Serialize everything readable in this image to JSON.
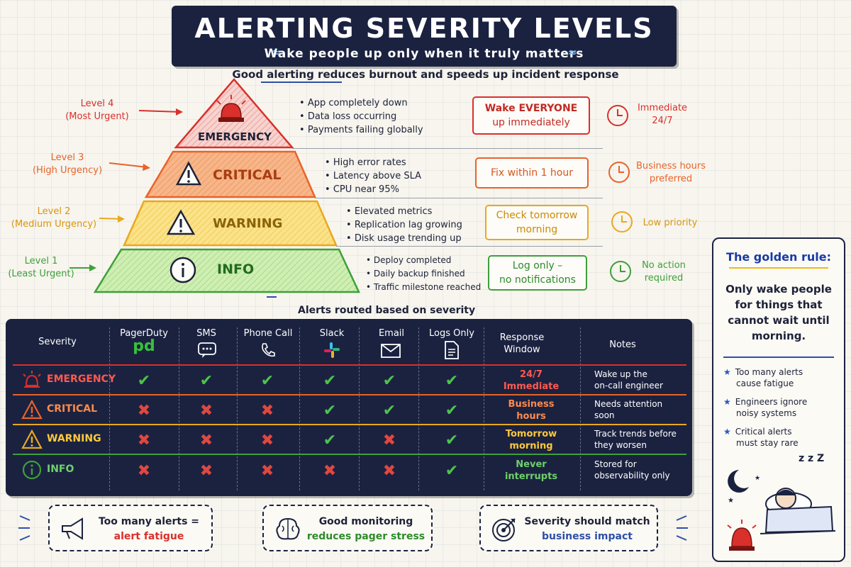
{
  "header": {
    "title": "ALERTING SEVERITY LEVELS",
    "subtitle": "Wake people up only when it truly matters",
    "tagline": "Good alerting reduces burnout and speeds up incident response"
  },
  "colors": {
    "emergency": "#d9302b",
    "critical": "#e8632a",
    "warning": "#e9a81f",
    "info": "#3f9f3a",
    "navy": "#1b2240"
  },
  "levels": [
    {
      "level": "Level 4",
      "urgency": "(Most Urgent)",
      "name": "EMERGENCY",
      "icon": "siren-icon",
      "bullets": [
        "App completely down",
        "Data loss occurring",
        "Payments failing globally"
      ],
      "action": [
        "Wake EVERYONE",
        "up immediately"
      ],
      "timing": [
        "Immediate",
        "24/7"
      ]
    },
    {
      "level": "Level 3",
      "urgency": "(High Urgency)",
      "name": "CRITICAL",
      "icon": "warning-triangle-icon",
      "bullets": [
        "High error rates",
        "Latency above SLA",
        "CPU near 95%"
      ],
      "action": [
        "Fix within 1 hour"
      ],
      "timing": [
        "Business hours",
        "preferred"
      ]
    },
    {
      "level": "Level 2",
      "urgency": "(Medium Urgency)",
      "name": "WARNING",
      "icon": "warning-triangle-icon",
      "bullets": [
        "Elevated metrics",
        "Replication lag growing",
        "Disk usage trending up"
      ],
      "action": [
        "Check tomorrow",
        "morning"
      ],
      "timing": [
        "Low priority"
      ]
    },
    {
      "level": "Level 1",
      "urgency": "(Least Urgent)",
      "name": "INFO",
      "icon": "info-circle-icon",
      "bullets": [
        "Deploy completed",
        "Daily backup finished",
        "Traffic milestone reached"
      ],
      "action": [
        "Log only –",
        "no notifications"
      ],
      "timing": [
        "No action",
        "required"
      ]
    }
  ],
  "routing": {
    "label": "Alerts routed based on severity",
    "headers": {
      "severity": "Severity",
      "pagerduty": "PagerDuty",
      "sms": "SMS",
      "phone": "Phone Call",
      "slack": "Slack",
      "email": "Email",
      "logs": "Logs Only",
      "window": [
        "Response",
        "Window"
      ],
      "notes": "Notes"
    },
    "pagerduty_logo": "pd",
    "rows": [
      {
        "name": "EMERGENCY",
        "marks": [
          true,
          true,
          true,
          true,
          true,
          true
        ],
        "window": [
          "24/7",
          "Immediate"
        ],
        "notes": [
          "Wake up the",
          "on-call engineer"
        ]
      },
      {
        "name": "CRITICAL",
        "marks": [
          false,
          false,
          false,
          true,
          true,
          true
        ],
        "window": [
          "Business",
          "hours"
        ],
        "notes": [
          "Needs attention",
          "soon"
        ]
      },
      {
        "name": "WARNING",
        "marks": [
          false,
          false,
          false,
          true,
          false,
          true
        ],
        "window": [
          "Tomorrow",
          "morning"
        ],
        "notes": [
          "Track trends before",
          "they worsen"
        ]
      },
      {
        "name": "INFO",
        "marks": [
          false,
          false,
          false,
          false,
          false,
          true
        ],
        "window": [
          "Never",
          "interrupts"
        ],
        "notes": [
          "Stored for",
          "observability only"
        ]
      }
    ]
  },
  "golden_rule": {
    "title": "The golden rule:",
    "body": [
      "Only wake people",
      "for things that",
      "cannot wait until",
      "morning."
    ],
    "tips": [
      [
        "Too many alerts",
        "cause fatigue"
      ],
      [
        "Engineers ignore",
        "noisy systems"
      ],
      [
        "Critical alerts",
        "must stay rare"
      ]
    ],
    "zzz": "z z Z"
  },
  "bottom_tips": [
    {
      "icon": "megaphone-icon",
      "line1": "Too many alerts =",
      "line2": "alert fatigue"
    },
    {
      "icon": "brain-icon",
      "line1": "Good monitoring",
      "line2": "reduces pager stress"
    },
    {
      "icon": "target-icon",
      "line1": "Severity should match",
      "line2": "business impact"
    }
  ]
}
